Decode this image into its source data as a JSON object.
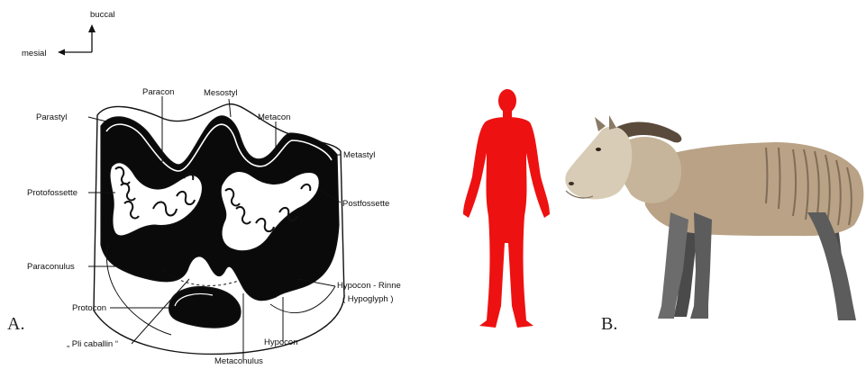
{
  "orientation": {
    "buccal": "buccal",
    "mesial": "mesial"
  },
  "tooth_labels": {
    "paracon": "Paracon",
    "mesostyl": "Mesostyl",
    "parastyl": "Parastyl",
    "metacon": "Metacon",
    "metastyl": "Metastyl",
    "protofossette": "Protofossette",
    "postfossette": "Postfossette",
    "paraconulus": "Paraconulus",
    "hypocon_rinne": "Hypocon - Rinne",
    "hypoglyph": "( Hypoglyph )",
    "protocon": "Protocon",
    "pli_caballin": "„ Pli caballin “",
    "hypocon": "Hypocon",
    "metaconulus": "Metaconulus"
  },
  "panel_labels": {
    "a": "A.",
    "b": "B."
  },
  "colors": {
    "enamel_black": "#0a0a0a",
    "human_silhouette": "#ee1111",
    "horse_body": "#b9a285",
    "horse_head": "#d8ccb6",
    "horse_legs": "#6c6c6c"
  }
}
